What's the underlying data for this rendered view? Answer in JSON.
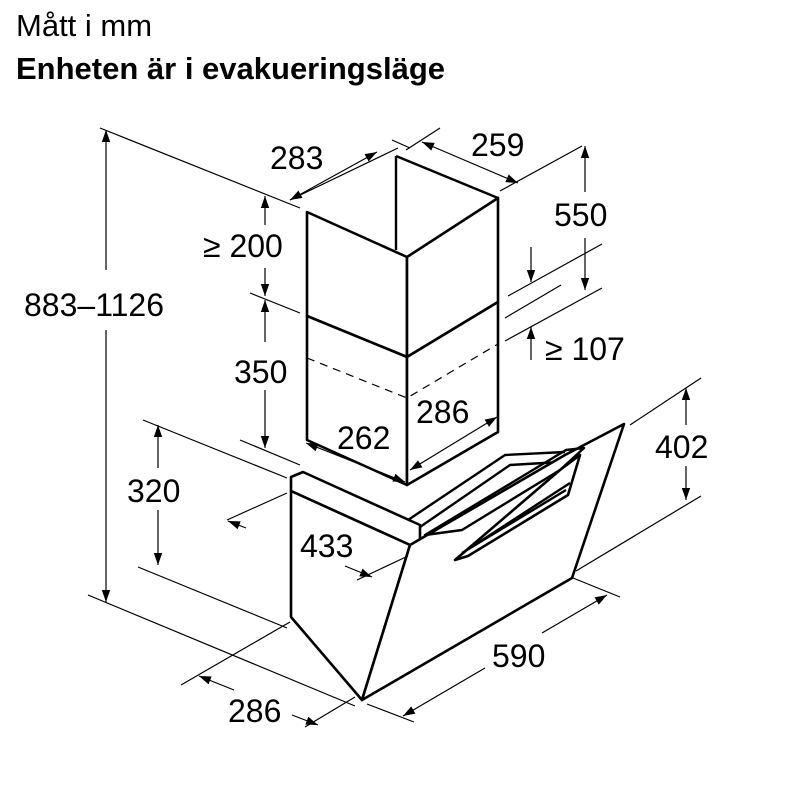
{
  "header": {
    "title": "Mått i mm",
    "subtitle": "Enheten är i evakueringsläge"
  },
  "diagram": {
    "subject": "Wall-mounted angled cooker hood with telescopic chimney",
    "dimensions": {
      "total_height": "883–1126",
      "chimney_upper_width": "283",
      "chimney_upper_depth": "259",
      "clearance_above": "≥ 200",
      "upper_chimney_height": "550",
      "lower_chimney_height": "350",
      "clearance_overlap": "≥ 107",
      "chimney_lower_width": "262",
      "chimney_lower_depth": "286",
      "body_height": "320",
      "hood_height": "402",
      "body_depth": "433",
      "hood_width": "590",
      "hood_depth": "286"
    }
  }
}
